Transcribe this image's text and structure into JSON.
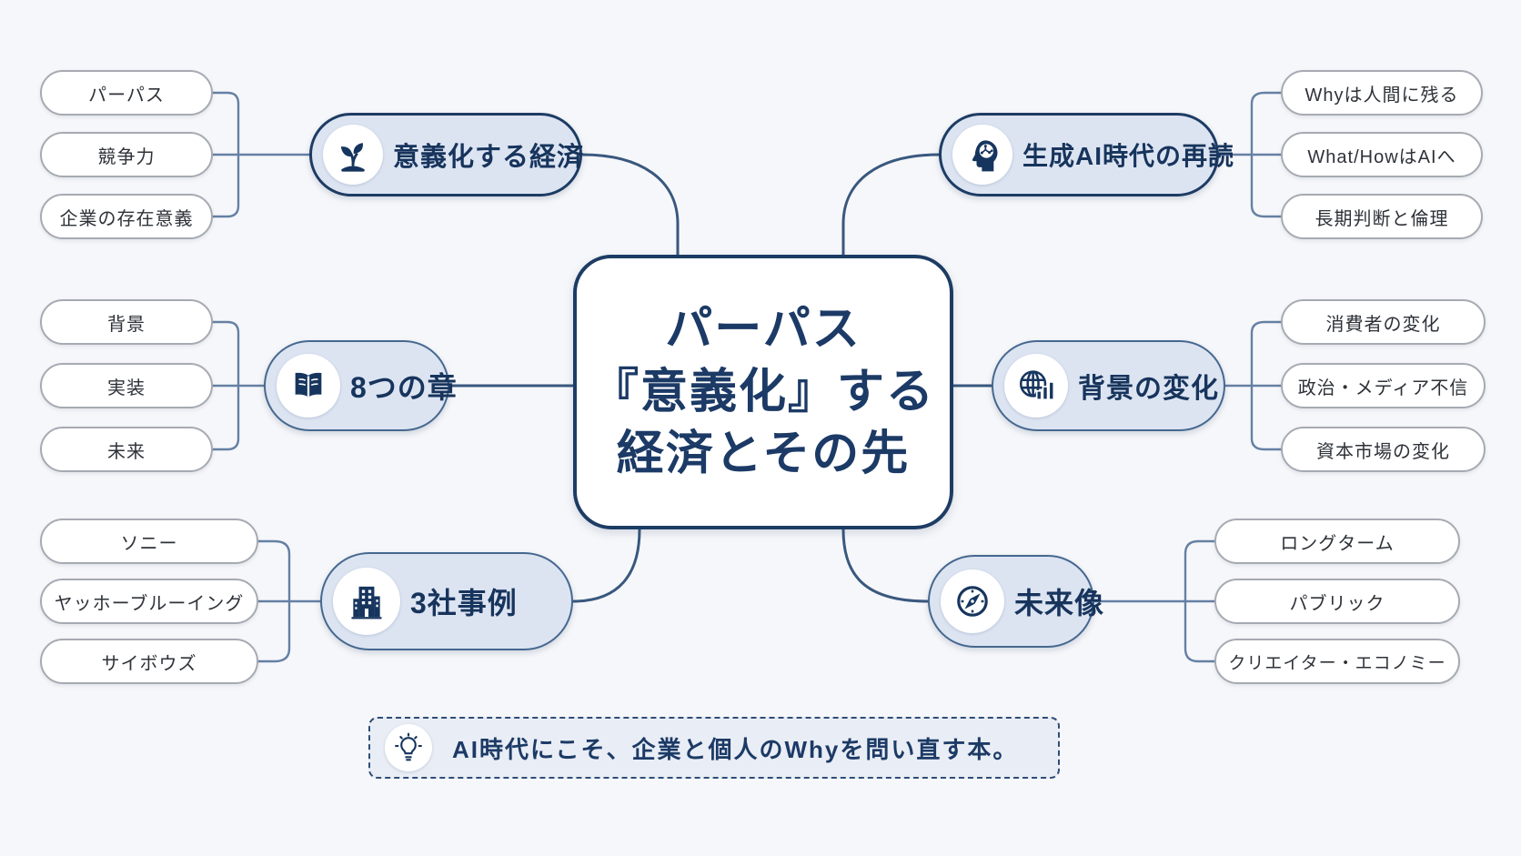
{
  "title": "パーパス『意義化』する経済とその先 マインドマップ",
  "center": {
    "lines": [
      "パーパス",
      "『意義化』する",
      "経済とその先"
    ]
  },
  "branches": [
    {
      "id": "economy",
      "label": "意義化する経済",
      "icon": "seedling-icon",
      "side": "left",
      "children": [
        "パーパス",
        "競争力",
        "企業の存在意義"
      ]
    },
    {
      "id": "chapters",
      "label": "8つの章",
      "icon": "open-book-icon",
      "side": "left",
      "children": [
        "背景",
        "実装",
        "未来"
      ]
    },
    {
      "id": "cases",
      "label": "3社事例",
      "icon": "building-icon",
      "side": "left",
      "children": [
        "ソニー",
        "ヤッホーブルーイング",
        "サイボウズ"
      ]
    },
    {
      "id": "ai-era",
      "label": "生成AI時代の再読",
      "icon": "ai-head-icon",
      "side": "right",
      "children": [
        "Whyは人間に残る",
        "What/HowはAIへ",
        "長期判断と倫理"
      ]
    },
    {
      "id": "background-change",
      "label": "背景の変化",
      "icon": "globe-chart-icon",
      "side": "right",
      "children": [
        "消費者の変化",
        "政治・メディア不信",
        "資本市場の変化"
      ]
    },
    {
      "id": "future-image",
      "label": "未来像",
      "icon": "compass-icon",
      "side": "right",
      "children": [
        "ロングターム",
        "パブリック",
        "クリエイター・エコノミー"
      ]
    }
  ],
  "note": {
    "icon": "lightbulb-icon",
    "text": "AI時代にこそ、企業と個人のWhyを問い直す本。"
  },
  "colors": {
    "background": "#f6f7fa",
    "navy": "#1d3c64",
    "node_fill": "#dce4f2",
    "node_border_dark": "#1d3c64",
    "node_border_mid": "#46688f",
    "pill_border": "#a6aab2",
    "connector_main": "#39587e",
    "connector_child": "#6580a4",
    "note_fill": "#e9edf5",
    "text_dark": "#2e3238"
  }
}
